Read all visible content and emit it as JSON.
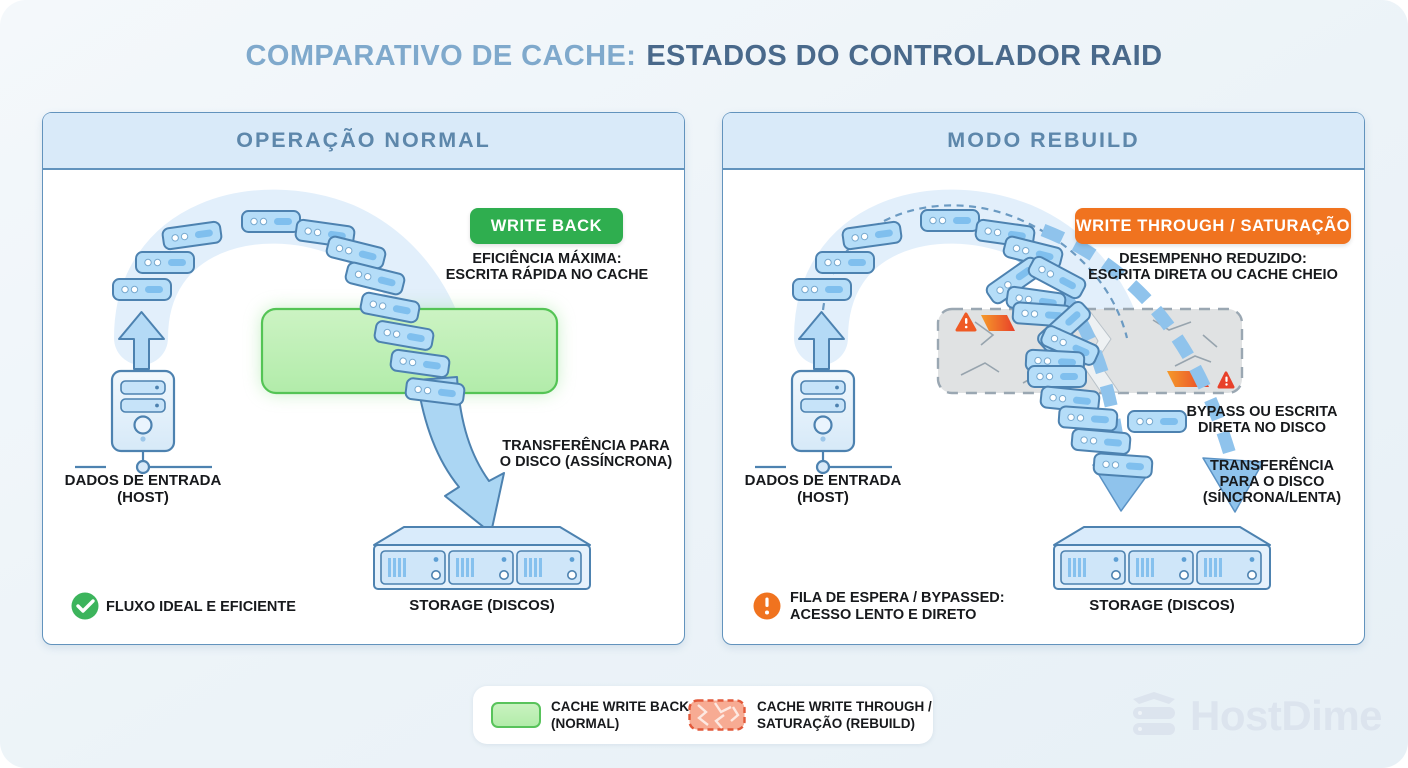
{
  "title": {
    "prefix": "COMPARATIVO DE CACHE:",
    "main": "ESTADOS DO CONTROLADOR RAID"
  },
  "panels": {
    "normal": {
      "header": "OPERAÇÃO NORMAL",
      "badge": "WRITE BACK",
      "desc1": "EFICIÊNCIA MÁXIMA:",
      "desc2": "ESCRITA RÁPIDA NO CACHE",
      "host1": "DADOS DE ENTRADA",
      "host2": "(HOST)",
      "transfer1": "TRANSFERÊNCIA PARA",
      "transfer2": "O DISCO (ASSÍNCRONA)",
      "storage": "STORAGE (DISCOS)",
      "status": "FLUXO IDEAL E EFICIENTE"
    },
    "rebuild": {
      "header": "MODO REBUILD",
      "badge": "WRITE THROUGH / SATURAÇÃO",
      "desc1": "DESEMPENHO REDUZIDO:",
      "desc2": "ESCRITA DIRETA OU CACHE CHEIO",
      "host1": "DADOS DE ENTRADA",
      "host2": "(HOST)",
      "bypass1": "BYPASS OU ESCRITA",
      "bypass2": "DIRETA NO DISCO",
      "transfer1": "TRANSFERÊNCIA",
      "transfer2": "PARA O DISCO",
      "transfer3": "(SÍNCRONA/LENTA)",
      "storage": "STORAGE (DISCOS)",
      "status1": "FILA DE ESPERA / BYPASSED:",
      "status2": "ACESSO LENTO E DIRETO"
    }
  },
  "legend": {
    "items": [
      {
        "line1": "CACHE WRITE BACK",
        "line2": "(NORMAL)",
        "swatch": "cache-normal-green"
      },
      {
        "line1": "CACHE WRITE THROUGH /",
        "line2": "SATURAÇÃO (REBUILD)",
        "swatch": "cache-saturated-cracked"
      }
    ]
  },
  "watermark": {
    "text": "HostDime"
  },
  "icons": {
    "status_ok": "check-circle",
    "status_warn": "alert-circle",
    "host": "computer-tower",
    "storage": "disk-array",
    "packet": "data-packet",
    "warning": "warning-triangle"
  },
  "colors": {
    "title_light": "#7fa9cc",
    "title_dark": "#49698b",
    "panel_border": "#6293bd",
    "panel_header_bg": "#d9eaf9",
    "badge_green": "#2fae4f",
    "badge_orange": "#f0731f",
    "cache_normal_fill": "#bdeeb4",
    "cache_normal_border": "#54c455",
    "cache_rebuild_fill": "#f7ab93",
    "cache_rebuild_border": "#e2593a",
    "packet_fill": "#b5ddf8",
    "packet_border": "#4d82b0",
    "status_ok": "#3cb45c",
    "status_warn": "#f0731f",
    "damaged_cache_fill": "#e0e2e3",
    "watermark": "#dce4ee"
  }
}
